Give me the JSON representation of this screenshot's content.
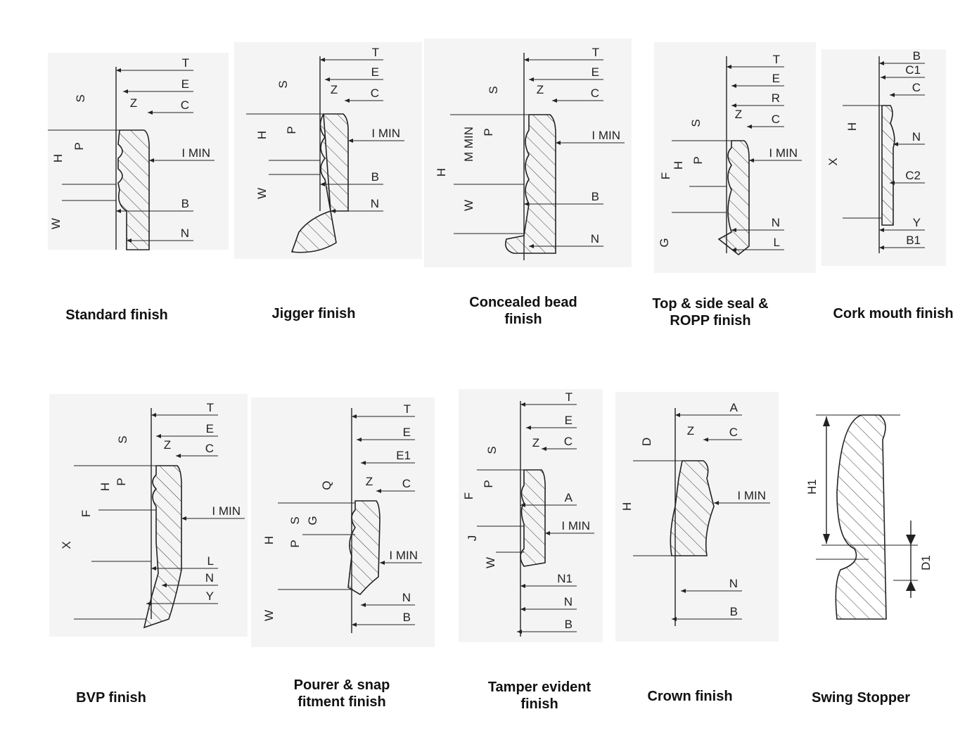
{
  "panels": [
    {
      "id": "standard",
      "caption": [
        "Standard finish"
      ],
      "right_labels": [
        "T",
        "E",
        "C",
        "I MIN",
        "B",
        "N"
      ],
      "left_labels": [
        "S",
        "P",
        "H",
        "W",
        "Z"
      ]
    },
    {
      "id": "jigger",
      "caption": [
        "Jigger finish"
      ],
      "right_labels": [
        "T",
        "E",
        "C",
        "I MIN",
        "B",
        "N"
      ],
      "left_labels": [
        "S",
        "Z",
        "P",
        "H",
        "W"
      ]
    },
    {
      "id": "concealed-bead",
      "caption": [
        "Concealed bead",
        "finish"
      ],
      "right_labels": [
        "T",
        "E",
        "C",
        "I MIN",
        "B",
        "N"
      ],
      "left_labels": [
        "S",
        "Z",
        "P",
        "M MIN",
        "H",
        "W"
      ]
    },
    {
      "id": "top-side-seal-ropp",
      "caption": [
        "Top & side seal &",
        "ROPP  finish"
      ],
      "right_labels": [
        "T",
        "E",
        "R",
        "C",
        "I MIN",
        "N",
        "L"
      ],
      "left_labels": [
        "S",
        "Z",
        "P",
        "H",
        "F",
        "G"
      ]
    },
    {
      "id": "cork-mouth",
      "caption": [
        "Cork mouth finish"
      ],
      "right_labels": [
        "B",
        "C1",
        "C",
        "N",
        "C2",
        "Y",
        "B1"
      ],
      "left_labels": [
        "H",
        "X"
      ]
    },
    {
      "id": "bvp",
      "caption": [
        "BVP finish"
      ],
      "right_labels": [
        "T",
        "E",
        "C",
        "I MIN",
        "L",
        "N",
        "Y"
      ],
      "left_labels": [
        "S",
        "Z",
        "P",
        "H",
        "F",
        "X"
      ]
    },
    {
      "id": "pourer-snap",
      "caption": [
        "Pourer & snap",
        "fitment finish"
      ],
      "right_labels": [
        "T",
        "E",
        "E1",
        "C",
        "I MIN",
        "N",
        "B"
      ],
      "left_labels": [
        "Q",
        "Z",
        "G",
        "S",
        "H",
        "P",
        "W"
      ]
    },
    {
      "id": "tamper-evident",
      "caption": [
        "Tamper evident",
        "finish"
      ],
      "right_labels": [
        "T",
        "E",
        "C",
        "A",
        "I MIN",
        "N1",
        "N",
        "B"
      ],
      "left_labels": [
        "S",
        "Z",
        "P",
        "F",
        "J",
        "W"
      ]
    },
    {
      "id": "crown",
      "caption": [
        "Crown finish"
      ],
      "right_labels": [
        "A",
        "C",
        "I MIN",
        "N",
        "B"
      ],
      "left_labels": [
        "D",
        "Z",
        "H"
      ]
    },
    {
      "id": "swing-stopper",
      "caption": [
        "Swing Stopper"
      ],
      "right_labels": [
        "D1"
      ],
      "left_labels": [
        "H1"
      ]
    }
  ]
}
